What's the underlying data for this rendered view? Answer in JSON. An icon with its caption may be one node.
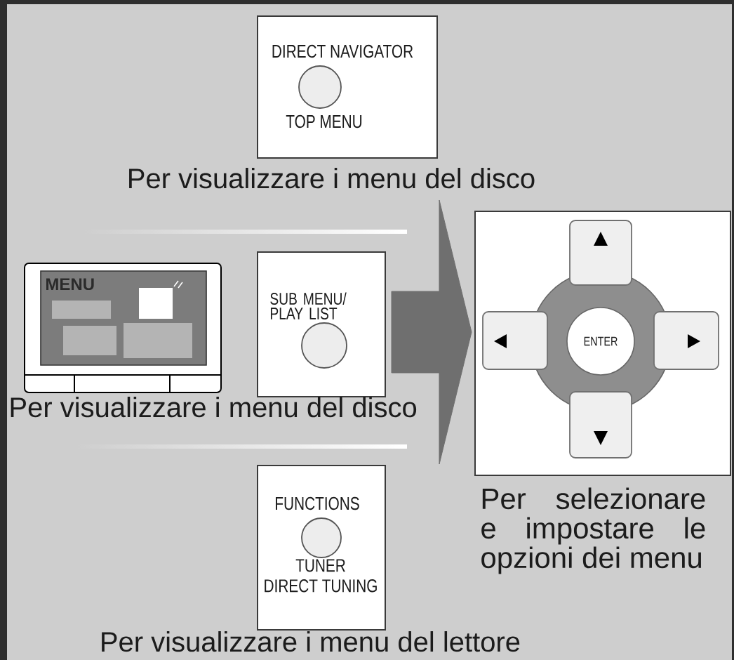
{
  "diagram": {
    "nodes": [
      {
        "text": [
          "DIRECT NAVIGATOR",
          "TOP MENU"
        ],
        "beside": [
          "Per visualizzare i menu del disco"
        ]
      },
      {
        "text": [
          "MENU"
        ]
      },
      {
        "text": [
          "SUB MENU/ PLAY LIST"
        ],
        "beside": [
          "Per visualizzare i menu del disco"
        ]
      },
      {
        "text": [
          "ENTER"
        ],
        "beside": [
          "Per selezionare e impostare le opzioni dei menu"
        ]
      },
      {
        "text": [
          "FUNCTIONS",
          "TUNER DIRECT TUNING"
        ],
        "beside": [
          "Per visualizzare i menu del lettore"
        ]
      }
    ],
    "edges": [
      {
        "from": 2,
        "to": 3,
        "arrow": "to"
      }
    ]
  }
}
